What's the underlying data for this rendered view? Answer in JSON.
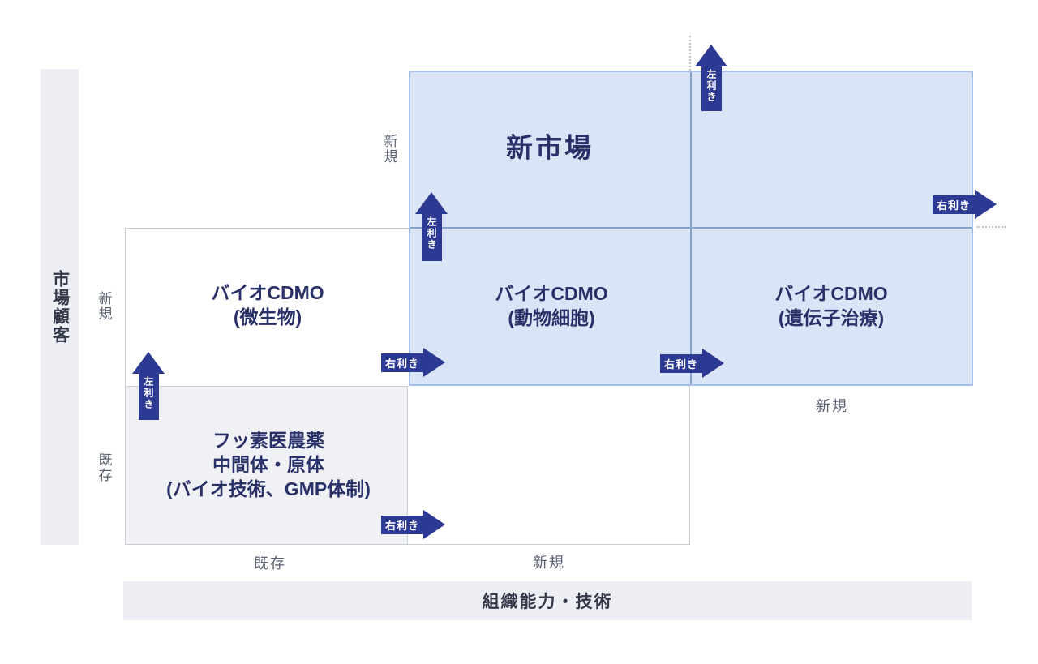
{
  "diagram": {
    "y_axis": {
      "title": "市場顧客",
      "row_top_label": "新規",
      "row_mid_label": "新規",
      "row_bottom_label": "既存"
    },
    "x_axis": {
      "title": "組織能力・技術",
      "col_left_label": "既存",
      "col_mid_label": "新規",
      "col_right_label": "新規"
    },
    "cells": {
      "new_market": {
        "title": "新市場"
      },
      "bio_cdmo_microbe": {
        "line1": "バイオCDMO",
        "line2": "(微生物)"
      },
      "bio_cdmo_animal": {
        "line1": "バイオCDMO",
        "line2": "(動物細胞)"
      },
      "bio_cdmo_gene": {
        "line1": "バイオCDMO",
        "line2": "(遺伝子治療)"
      },
      "fluorine_pharma": {
        "line1": "フッ素医農薬",
        "line2": "中間体・原体",
        "line3": "(バイオ技術、GMP体制)"
      }
    },
    "arrows": [
      {
        "id": "up-top",
        "direction": "up",
        "label": "左利き"
      },
      {
        "id": "up-blue-left",
        "direction": "up",
        "label": "左利き"
      },
      {
        "id": "up-white-left",
        "direction": "up",
        "label": "左利き"
      },
      {
        "id": "right-mid-left",
        "direction": "right",
        "label": "右利き"
      },
      {
        "id": "right-mid-right",
        "direction": "right",
        "label": "右利き"
      },
      {
        "id": "right-blue-edge",
        "direction": "right",
        "label": "右利き"
      },
      {
        "id": "right-gray-bottom",
        "direction": "right",
        "label": "右利き"
      }
    ],
    "colors": {
      "arrow_navy": "#2d3a94",
      "highlight_fill": "#d9e4f6",
      "highlight_border": "#a5c0e4",
      "grid_line": "#87a2c9",
      "box_border": "#c9ccd4",
      "gray_cell_fill": "#f0f1f5",
      "axis_bar_fill": "#edeff4",
      "cell_text": "#2a3168",
      "axis_label_text": "#5c6273",
      "axis_title_text": "#333949"
    }
  }
}
